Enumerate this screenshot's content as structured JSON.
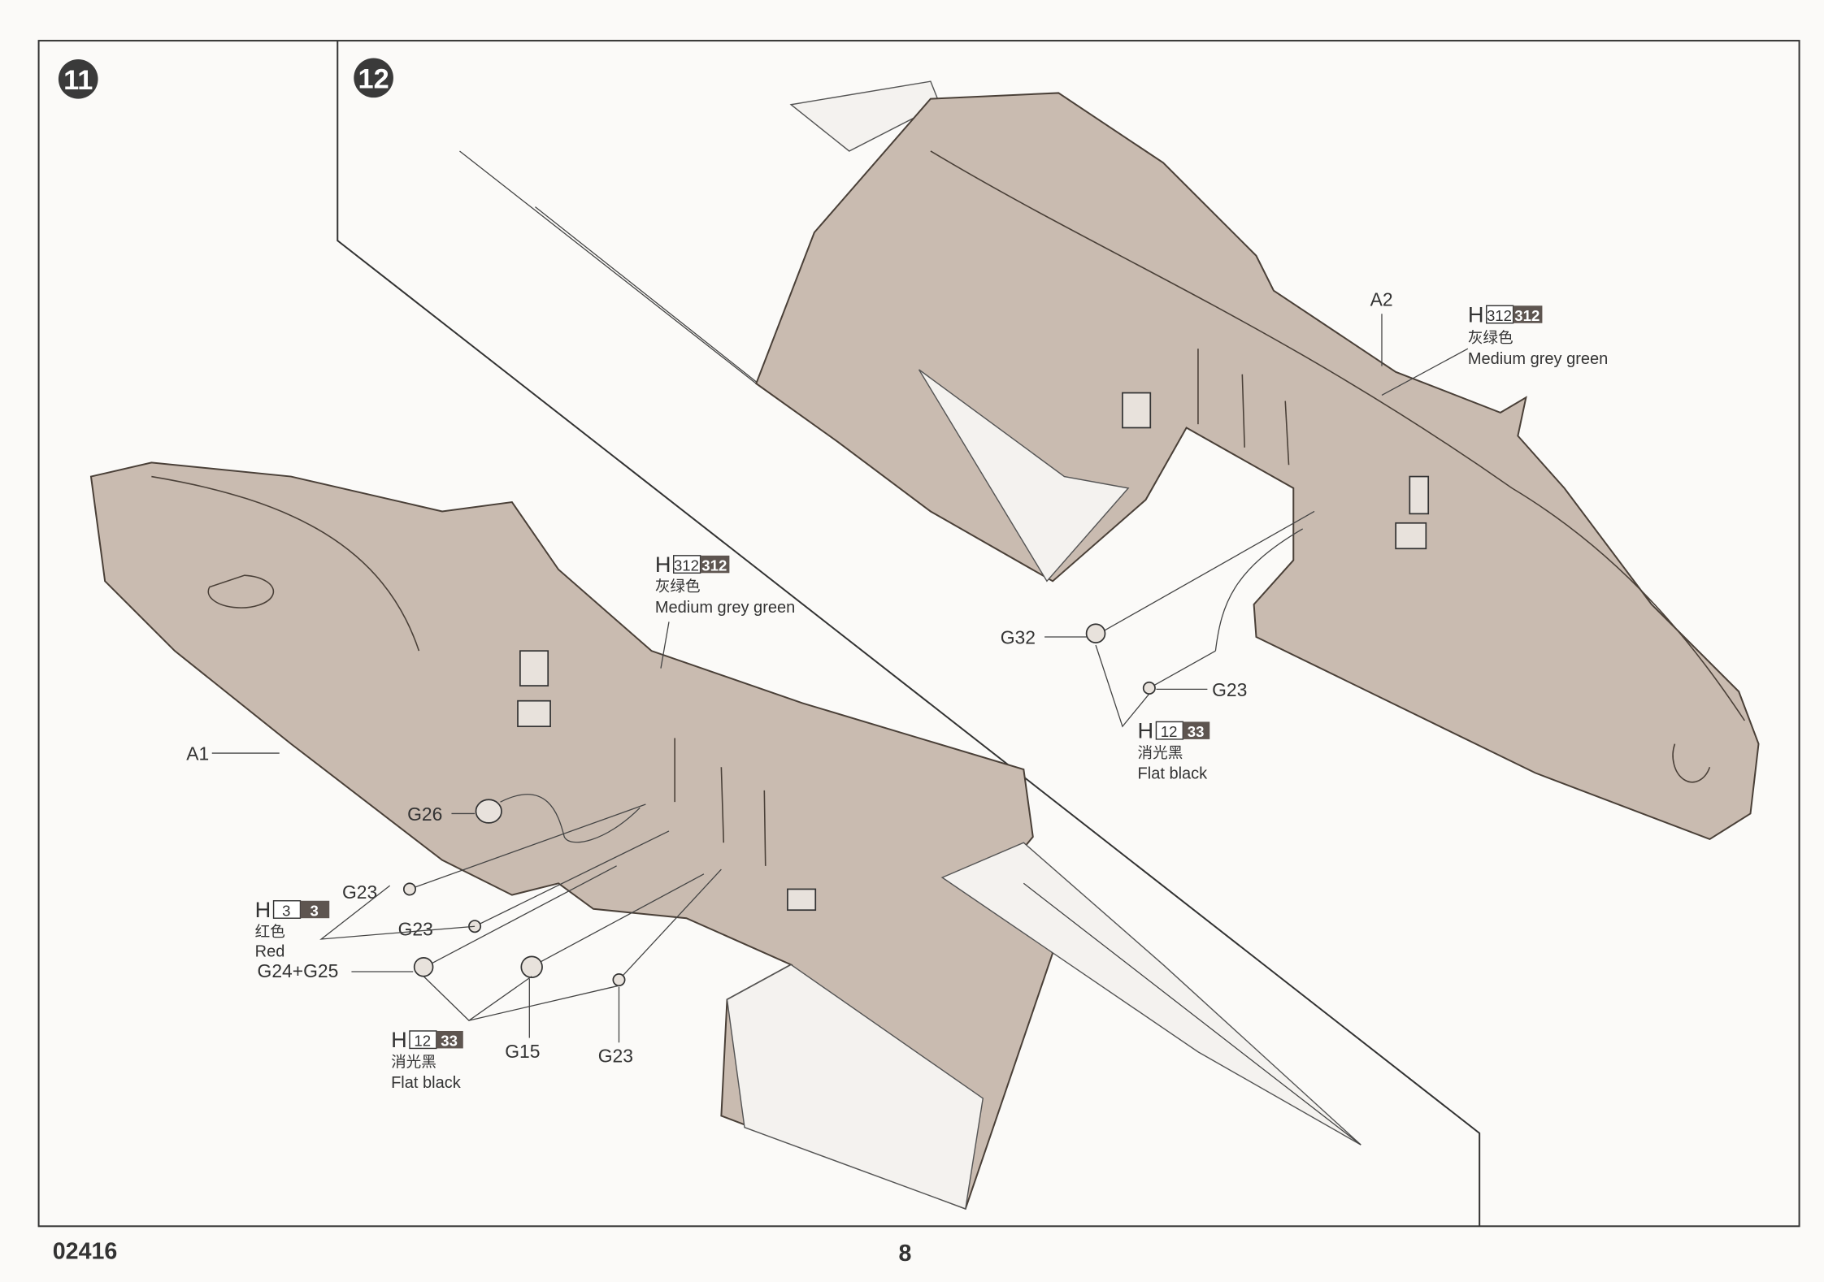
{
  "page": {
    "code": "02416",
    "number": "8"
  },
  "steps": [
    {
      "number": "11",
      "part_label": "A1",
      "callouts": [
        {
          "prefix": "H",
          "code_a": "312",
          "code_b": "312",
          "name_cn": "灰绿色",
          "name_en": "Medium grey green"
        },
        {
          "prefix": "H",
          "code_a": "3",
          "code_b": "3",
          "name_cn": "红色",
          "name_en": "Red"
        },
        {
          "prefix": "H",
          "code_a": "12",
          "code_b": "33",
          "name_cn": "消光黑",
          "name_en": "Flat black"
        }
      ],
      "parts": [
        "G26",
        "G23",
        "G23",
        "G24+G25",
        "G15",
        "G23"
      ]
    },
    {
      "number": "12",
      "part_label": "A2",
      "callouts": [
        {
          "prefix": "H",
          "code_a": "312",
          "code_b": "312",
          "name_cn": "灰绿色",
          "name_en": "Medium grey green"
        },
        {
          "prefix": "H",
          "code_a": "12",
          "code_b": "33",
          "name_cn": "消光黑",
          "name_en": "Flat black"
        }
      ],
      "parts": [
        "G32",
        "G23"
      ]
    }
  ],
  "colors": {
    "fuselage": "#c9bbb0",
    "badge": "#3a3a3a",
    "paint_box_dark": "#5e5550"
  }
}
